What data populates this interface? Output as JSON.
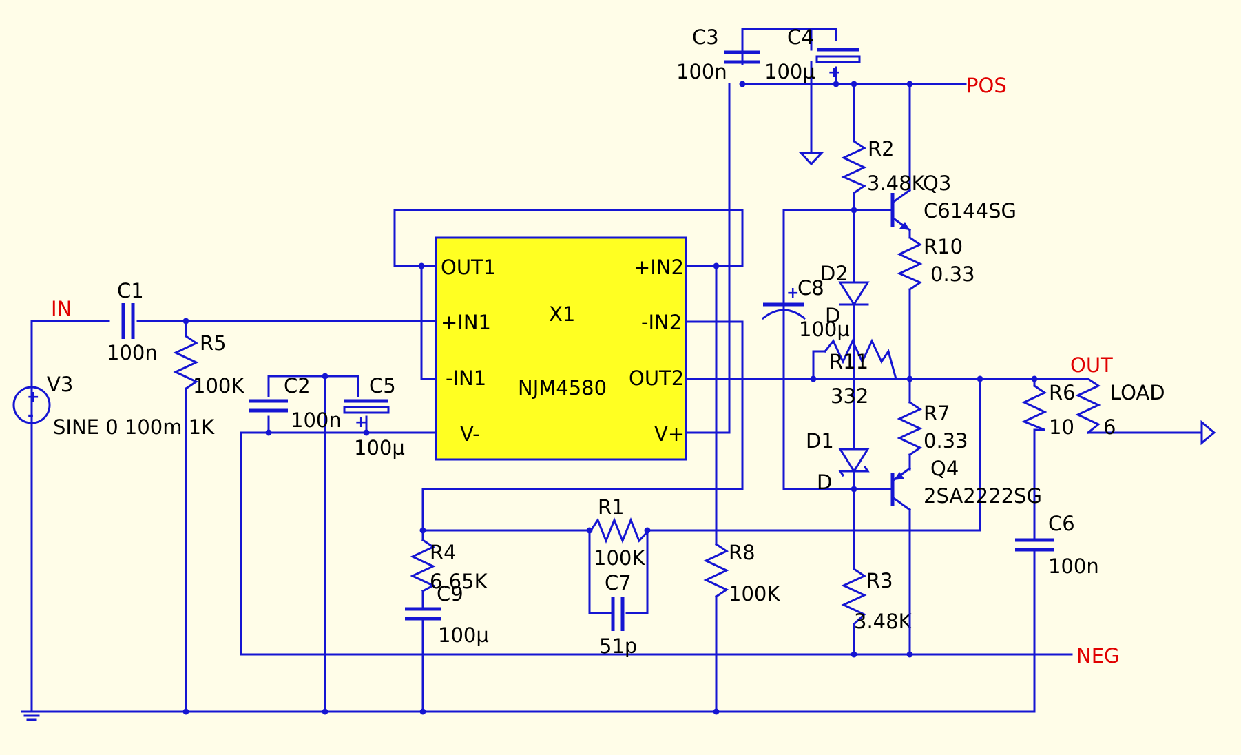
{
  "net_labels": {
    "in": "IN",
    "pos": "POS",
    "out": "OUT",
    "neg": "NEG"
  },
  "ic": {
    "ref": "X1",
    "part": "NJM4580",
    "pins": {
      "out1": "OUT1",
      "in1p": "+IN1",
      "in1n": "-IN1",
      "vneg": "V-",
      "in2p": "+IN2",
      "in2n": "-IN2",
      "out2": "OUT2",
      "vpos": "V+"
    }
  },
  "source": {
    "ref": "V3",
    "value": "SINE 0 100m 1K",
    "plus": "+",
    "minus": "-"
  },
  "components": {
    "c1": {
      "ref": "C1",
      "value": "100n"
    },
    "c2": {
      "ref": "C2",
      "value": "100n"
    },
    "c3": {
      "ref": "C3",
      "value": "100n"
    },
    "c4": {
      "ref": "C4",
      "value": "100µ"
    },
    "c5": {
      "ref": "C5",
      "value": "100µ"
    },
    "c6": {
      "ref": "C6",
      "value": "100n"
    },
    "c7": {
      "ref": "C7",
      "value": "51p"
    },
    "c8": {
      "ref": "C8",
      "value": "100µ"
    },
    "c9": {
      "ref": "C9",
      "value": "100µ"
    },
    "r1": {
      "ref": "R1",
      "value": "100K"
    },
    "r2": {
      "ref": "R2",
      "value": "3.48K"
    },
    "r3": {
      "ref": "R3",
      "value": "3.48K"
    },
    "r4": {
      "ref": "R4",
      "value": "6.65K"
    },
    "r5": {
      "ref": "R5",
      "value": "100K"
    },
    "r6": {
      "ref": "R6",
      "value": "10"
    },
    "r7": {
      "ref": "R7",
      "value": "0.33"
    },
    "r8": {
      "ref": "R8",
      "value": "100K"
    },
    "r10": {
      "ref": "R10",
      "value": "0.33"
    },
    "r11": {
      "ref": "R11",
      "value": "332"
    },
    "load": {
      "ref": "LOAD",
      "value": "6"
    },
    "d1": {
      "ref": "D1",
      "value": "D"
    },
    "d2": {
      "ref": "D2",
      "value": "D"
    },
    "q3": {
      "ref": "Q3",
      "value": "C6144SG"
    },
    "q4": {
      "ref": "Q4",
      "value": "2SA2222SG"
    }
  },
  "polarity_mark": "+",
  "colors": {
    "wire": "#1515d2",
    "net_label": "#e00000",
    "ic_fill": "#ffff22",
    "background": "#fffde8"
  }
}
